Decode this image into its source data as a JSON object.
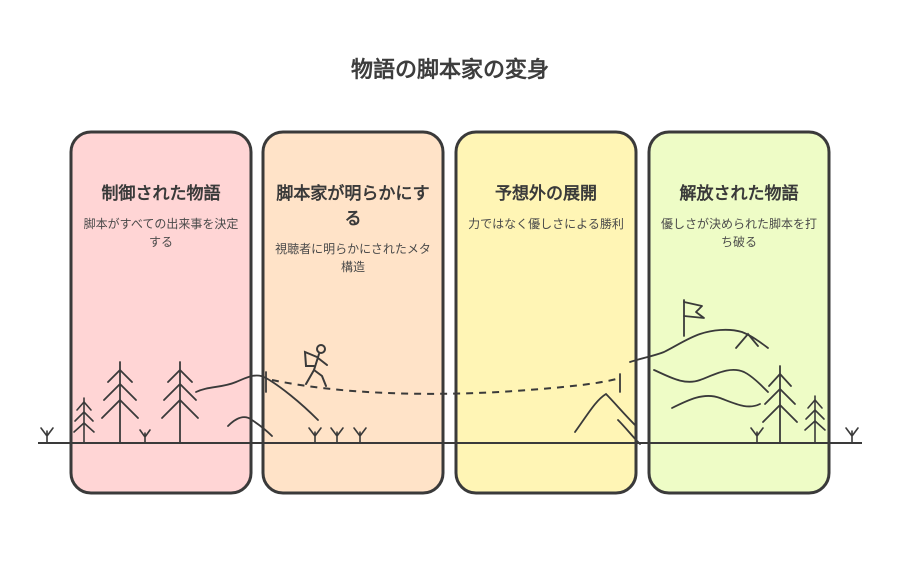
{
  "title": "物語の脚本家の変身",
  "stages": [
    {
      "heading": "制御された物語",
      "description": "脚本がすべての出来事を決定する",
      "fill": "#ffd5d5"
    },
    {
      "heading": "脚本家が明らかにする",
      "description": "視聴者に明らかにされたメタ構造",
      "fill": "#ffe3c8"
    },
    {
      "heading": "予想外の展開",
      "description": "力ではなく優しさによる勝利",
      "fill": "#fff5b5"
    },
    {
      "heading": "解放された物語",
      "description": "優しさが決められた脚本を打ち破る",
      "fill": "#eefcc6"
    }
  ],
  "colors": {
    "stroke": "#3a3a3a",
    "title": "#3d3d3d"
  },
  "icons": [
    "pine-tree-icon",
    "hiker-icon",
    "flag-icon",
    "mountain-icon",
    "grass-icon"
  ]
}
